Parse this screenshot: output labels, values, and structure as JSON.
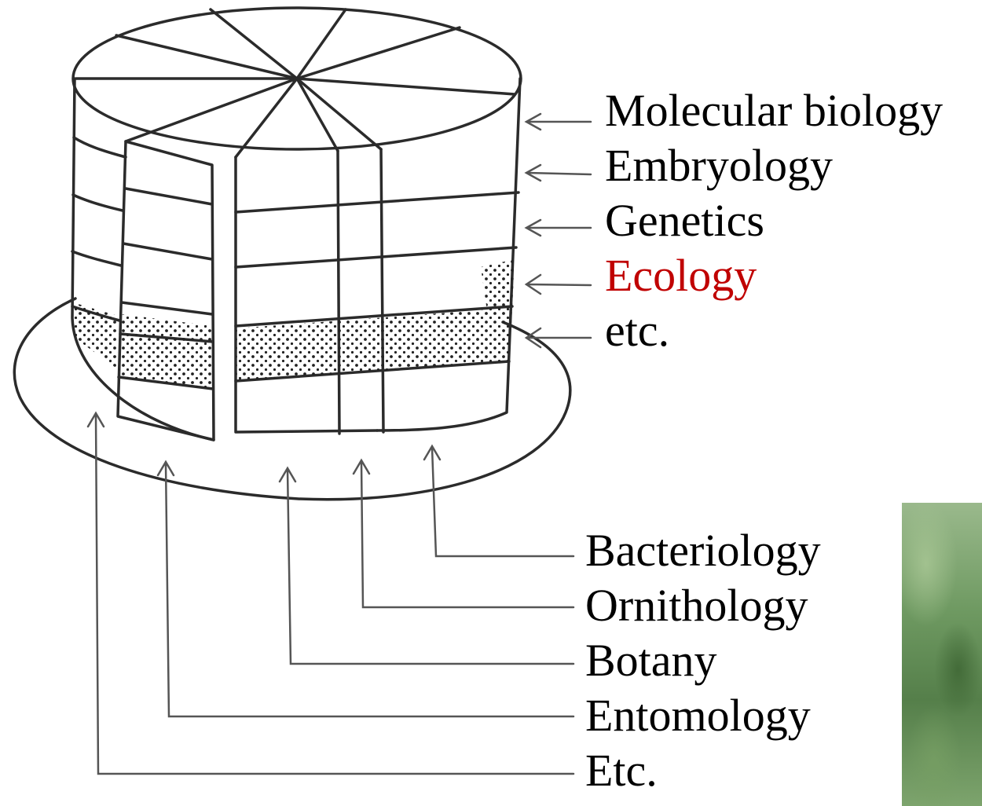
{
  "layers": [
    {
      "label": "Molecular biology",
      "color": "#000000"
    },
    {
      "label": "Embryology",
      "color": "#000000"
    },
    {
      "label": "Genetics",
      "color": "#000000"
    },
    {
      "label": "Ecology",
      "color": "#c00000"
    },
    {
      "label": "etc.",
      "color": "#000000"
    }
  ],
  "slices": [
    {
      "label": "Bacteriology"
    },
    {
      "label": "Ornithology"
    },
    {
      "label": "Botany"
    },
    {
      "label": "Entomology"
    },
    {
      "label": "Etc."
    }
  ]
}
